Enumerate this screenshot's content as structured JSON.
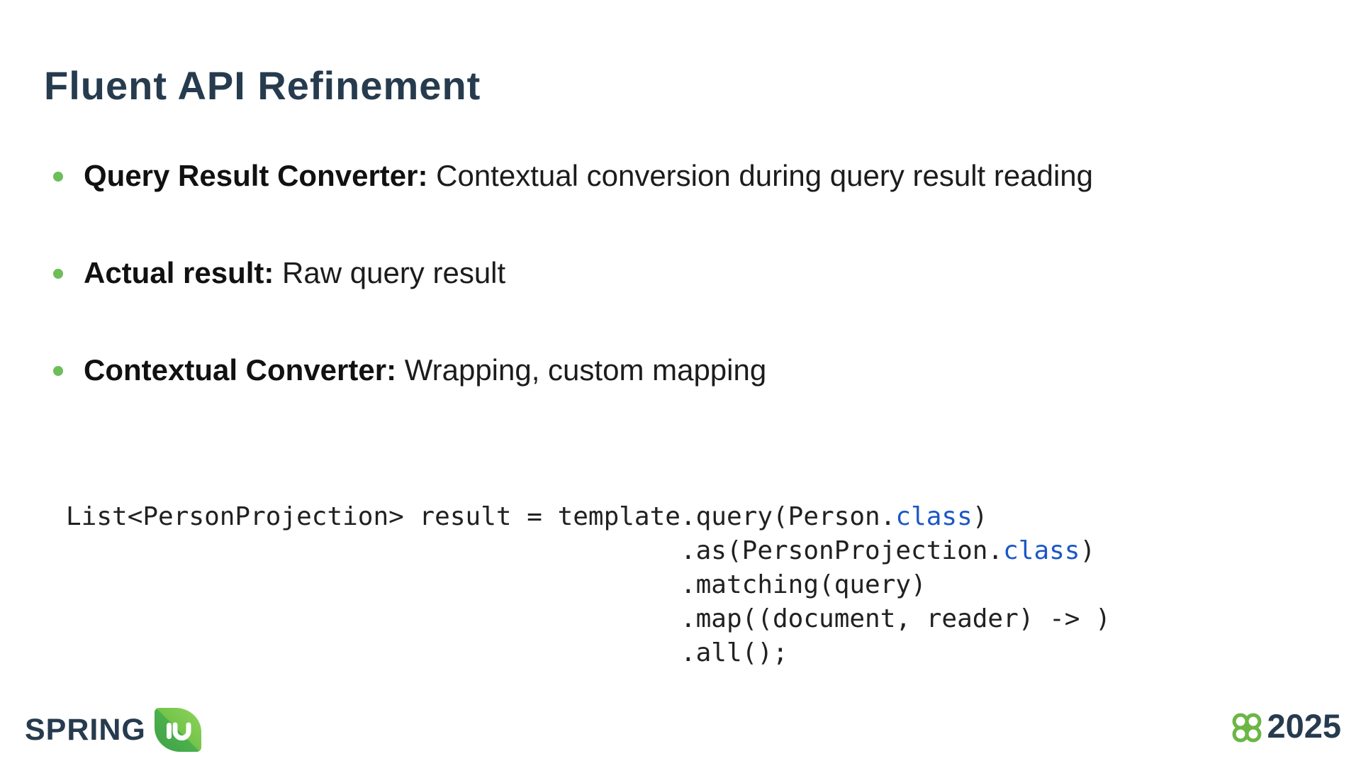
{
  "slide": {
    "title": "Fluent API Refinement",
    "bullets": [
      {
        "lead": "Query Result Converter:",
        "rest": " Contextual conversion during query result reading"
      },
      {
        "lead": "Actual result:",
        "rest": " Raw query result"
      },
      {
        "lead": "Contextual Converter:",
        "rest": " Wrapping, custom mapping"
      }
    ],
    "code": {
      "lines": [
        {
          "pre": "List<PersonProjection> result = template.query(Person.",
          "kw": "class",
          "post": ")"
        },
        {
          "pre": "                                        .as(PersonProjection.",
          "kw": "class",
          "post": ")"
        },
        {
          "pre": "                                        .matching(query)",
          "kw": "",
          "post": ""
        },
        {
          "pre": "                                        .map((document, reader) -> )",
          "kw": "",
          "post": ""
        },
        {
          "pre": "                                        .all();",
          "kw": "",
          "post": ""
        }
      ]
    },
    "footer": {
      "brand": "SPRING",
      "leaf_text": "IO",
      "year": "2025"
    },
    "colors": {
      "navy": "#263b4e",
      "bullet_green": "#6dbe59",
      "code_blue": "#1c57c5",
      "leaf_green_light": "#8fd45e",
      "leaf_green_dark": "#3fa148",
      "flower_green": "#6bb645"
    }
  }
}
